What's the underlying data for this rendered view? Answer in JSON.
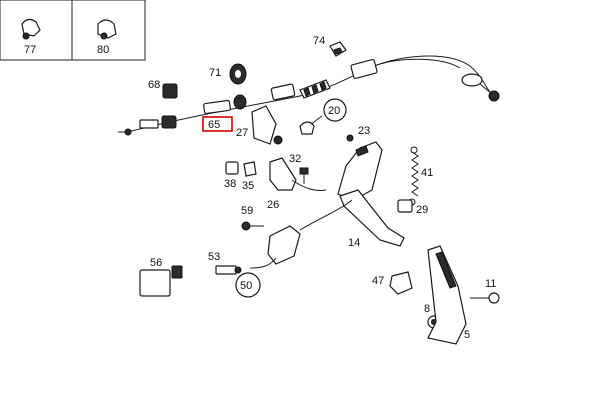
{
  "diagram": {
    "highlight_color": "#d40000",
    "highlighted_part": "65",
    "legend_parts": [
      "77",
      "80"
    ],
    "labels": {
      "p77": "77",
      "p80": "80",
      "p74": "74",
      "p71": "71",
      "p68": "68",
      "p65": "65",
      "p27": "27",
      "p20": "20",
      "p23": "23",
      "p32": "32",
      "p38": "38",
      "p35": "35",
      "p26": "26",
      "p41": "41",
      "p29": "29",
      "p59": "59",
      "p14": "14",
      "p56": "56",
      "p53": "53",
      "p50": "50",
      "p47": "47",
      "p11": "11",
      "p8": "8",
      "p5": "5"
    }
  }
}
